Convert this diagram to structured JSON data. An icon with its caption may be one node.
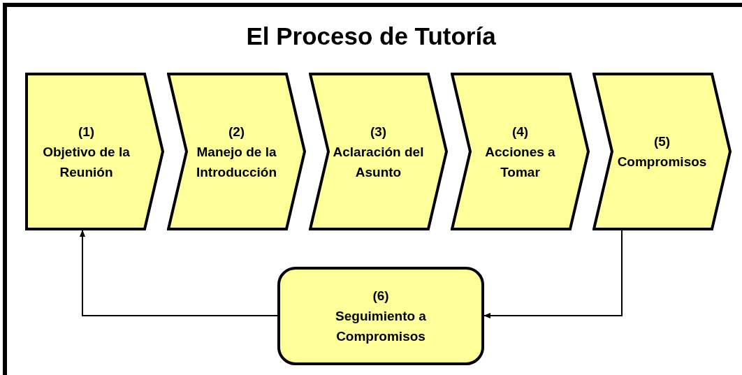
{
  "diagram": {
    "title": "El Proceso de Tutoría",
    "nodes": [
      {
        "text": [
          "(1)",
          "Objetivo de la Reunión"
        ]
      },
      {
        "text": [
          "(2)",
          "Manejo de la Introducción"
        ]
      },
      {
        "text": [
          "(3)",
          "Aclaración del Asunto"
        ]
      },
      {
        "text": [
          "(4)",
          "Acciones a Tomar"
        ]
      },
      {
        "text": [
          "(5)",
          "Compromisos"
        ]
      },
      {
        "text": [
          "(6)",
          "Seguimiento a Compromisos"
        ]
      }
    ],
    "edges": [
      {
        "from": 4,
        "to": 5,
        "arrow": "to"
      },
      {
        "from": 5,
        "to": 0,
        "arrow": "to"
      }
    ]
  }
}
